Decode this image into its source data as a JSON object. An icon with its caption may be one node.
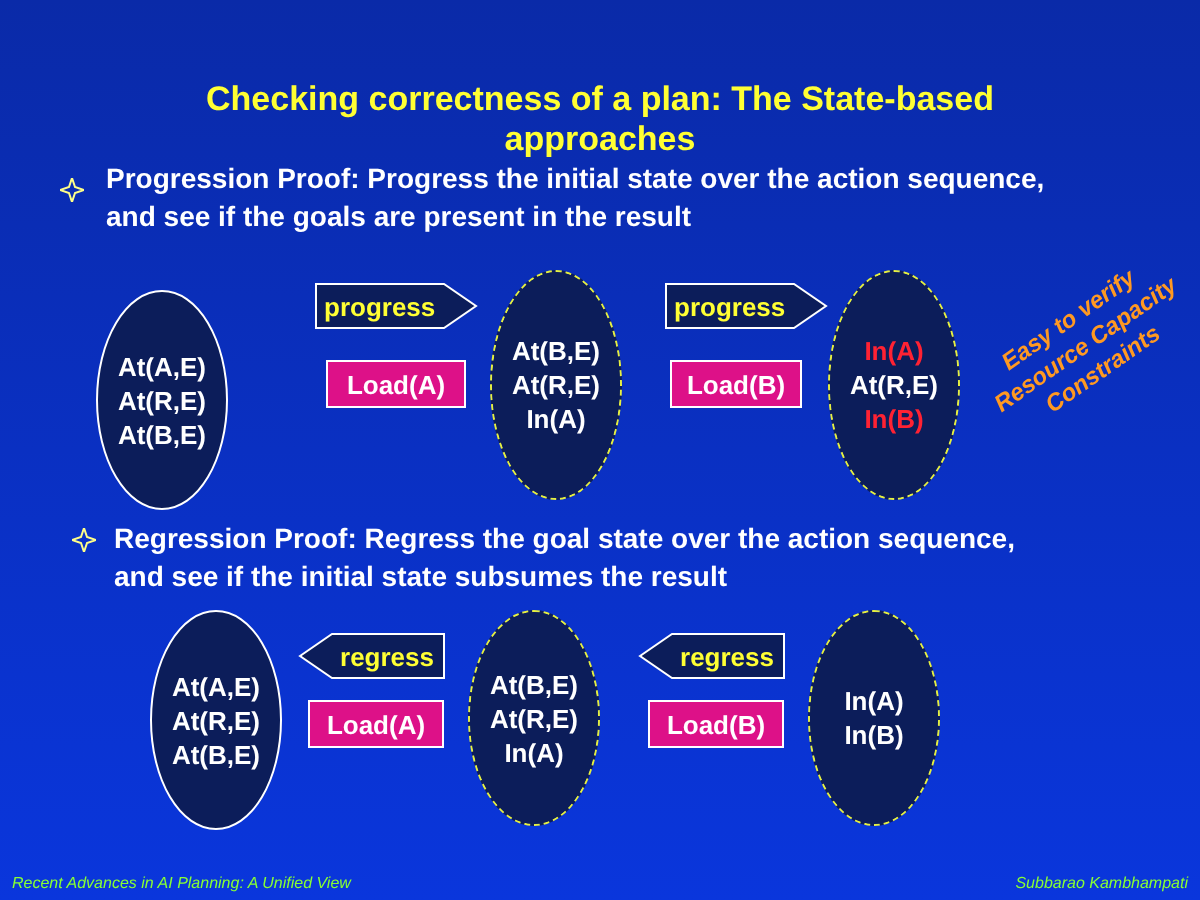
{
  "diagram": {
    "title": "Checking correctness of a plan: The State-based approaches",
    "nodes": [
      {
        "text": [
          "At(A,E)",
          "At(R,E)",
          "At(B,E)"
        ]
      },
      {
        "text": [
          "progress"
        ]
      },
      {
        "text": [
          "Load(A)"
        ]
      },
      {
        "text": [
          "At(B,E)",
          "At(R,E)",
          "In(A)"
        ]
      },
      {
        "text": [
          "progress"
        ]
      },
      {
        "text": [
          "Load(B)"
        ]
      },
      {
        "text": [
          "In(A)",
          "At(R,E)",
          "In(B)"
        ]
      },
      {
        "text": [
          "At(A,E)",
          "At(R,E)",
          "At(B,E)"
        ]
      },
      {
        "text": [
          "regress"
        ]
      },
      {
        "text": [
          "Load(A)"
        ]
      },
      {
        "text": [
          "At(B,E)",
          "At(R,E)",
          "In(A)"
        ]
      },
      {
        "text": [
          "regress"
        ]
      },
      {
        "text": [
          "Load(B)"
        ]
      },
      {
        "text": [
          "In(A)",
          "In(B)"
        ]
      }
    ],
    "labels": [
      "**Progression Proof:** Progress the initial state over the  action sequence, and see if the goals are present in the result",
      "Easy to verify Resource Capacity Constraints",
      "**Regression Proof:** Regress the goal state over the action sequence, and see if the initial state subsumes the result",
      "Recent Advances in AI Planning: A Unified View",
      "Subbarao Kambhampati"
    ]
  }
}
